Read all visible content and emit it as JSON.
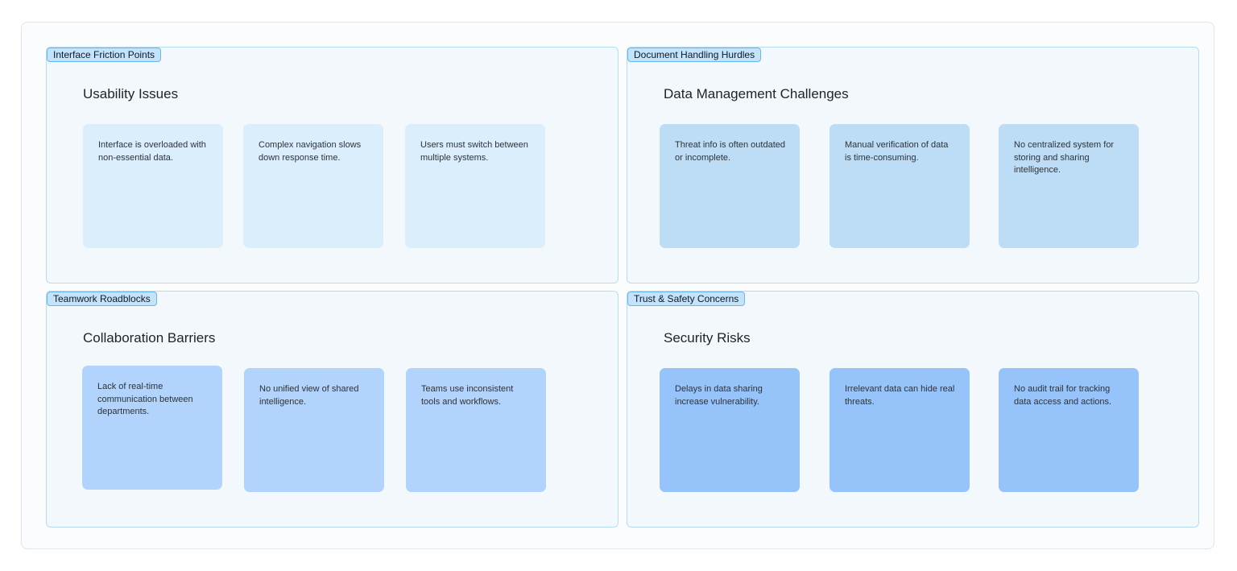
{
  "sections": [
    {
      "tag": "Interface Friction Points",
      "title": "Usability Issues",
      "notes": [
        "Interface is overloaded with non-essential data.",
        "Complex navigation slows down response time.",
        "Users must switch between multiple systems."
      ]
    },
    {
      "tag": "Document Handling Hurdles",
      "title": "Data Management Challenges",
      "notes": [
        "Threat info is often outdated or incomplete.",
        "Manual verification of data is time-consuming.",
        "No centralized system for storing and sharing intelligence."
      ]
    },
    {
      "tag": "Teamwork Roadblocks",
      "title": "Collaboration Barriers",
      "notes": [
        "Lack of real-time communication between departments.",
        "No unified view of shared intelligence.",
        "Teams use inconsistent tools and workflows."
      ]
    },
    {
      "tag": "Trust & Safety Concerns",
      "title": "Security Risks",
      "notes": [
        "Delays in data sharing increase vulnerability.",
        "Irrelevant data can hide real threats.",
        "No audit trail for tracking data access and actions."
      ]
    }
  ],
  "colors": {
    "usability_note": "#dbeefc",
    "data_note": "#bddcf5",
    "collaboration_note": "#b2d3fb",
    "security_note": "#95c3fa",
    "section_border": "#b6dcf3",
    "tag_border": "#6bb7ea"
  }
}
